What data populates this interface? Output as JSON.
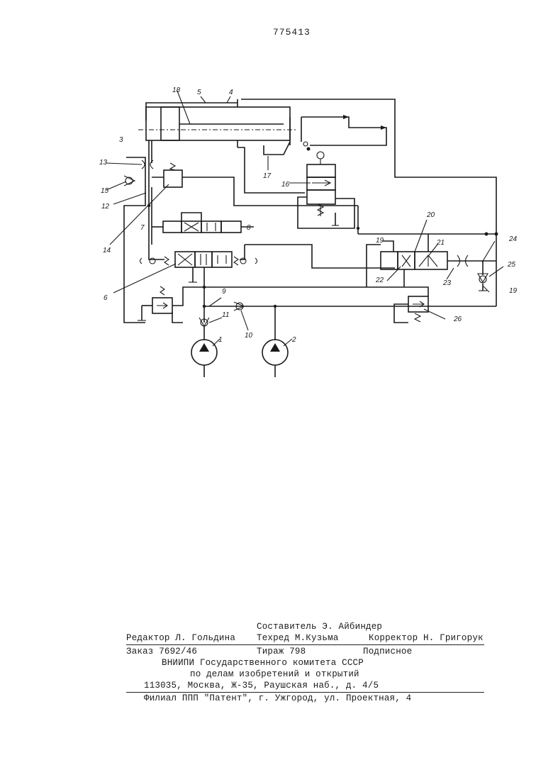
{
  "header": {
    "patent_number": "775413"
  },
  "figure": {
    "labels": {
      "l1": "1",
      "l2": "2",
      "l3": "3",
      "l4": "4",
      "l5": "5",
      "l6": "6",
      "l7": "7",
      "l8": "8",
      "l9": "9",
      "l10": "10",
      "l11": "11",
      "l12": "12",
      "l13": "13",
      "l14": "14",
      "l15": "15",
      "l16": "16",
      "l17": "17",
      "l18": "18",
      "l19": "19",
      "l20": "20",
      "l21": "21",
      "l22": "22",
      "l23": "23",
      "l24": "24",
      "l25": "25",
      "l26": "26"
    }
  },
  "footer": {
    "compiler": "Составитель Э. Айбиндер",
    "editor": "Редактор Л. Гольдина",
    "techred": "Техред М.Кузьма",
    "corrector": "Корректор Н. Григорук",
    "order": "Заказ 7692/46",
    "circulation": "Тираж 798",
    "subscription": "Подписное",
    "org_line1": "ВНИИПИ Государственного комитета СССР",
    "org_line2": "по делам изобретений и открытий",
    "address": "113035, Москва, Ж-35, Раушская наб., д. 4/5",
    "branch": "Филиал ППП \"Патент\", г. Ужгород, ул. Проектная, 4"
  }
}
